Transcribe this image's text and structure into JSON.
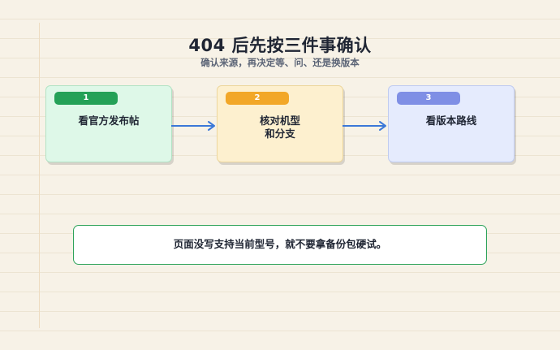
{
  "header": {
    "title": "404 后先按三件事确认",
    "subtitle": "确认来源，再决定等、问、还是换版本"
  },
  "steps": [
    {
      "number": "1",
      "label": "看官方发布帖",
      "color": "#24a157"
    },
    {
      "number": "2",
      "label": "核对机型\n和分支",
      "color": "#f2a728"
    },
    {
      "number": "3",
      "label": "看版本路线",
      "color": "#7f8fe5"
    }
  ],
  "note": {
    "text": "页面没写支持当前型号，就不要拿备份包硬试。",
    "border_color": "#2ea35a"
  },
  "connector_color": "#3b78d8"
}
